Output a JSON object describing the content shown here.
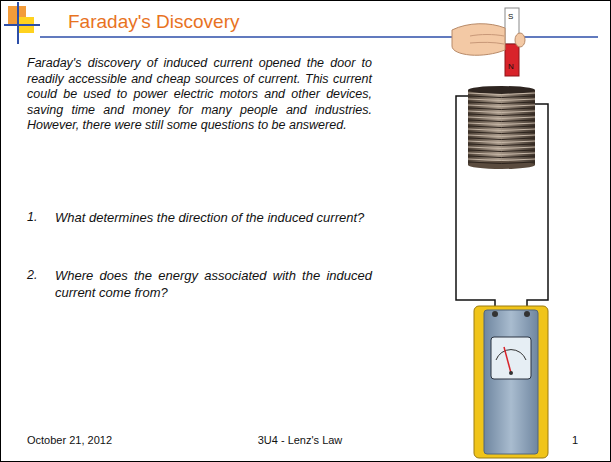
{
  "diagram": {
    "title": "Faraday's Discovery",
    "labels": [
      "Faraday's discovery of induced current opened the door to readily accessible and cheap sources of current. This current could be used to power electric motors and other devices, saving time and money for many people and industries. However, there were still some questions to be answered.",
      "1.",
      "What determines the direction of the induced current?",
      "2.",
      "Where does the energy associated with the induced current come from?",
      "S",
      "N",
      "October 21, 2012",
      "3U4 - Lenz's Law",
      "1"
    ]
  }
}
